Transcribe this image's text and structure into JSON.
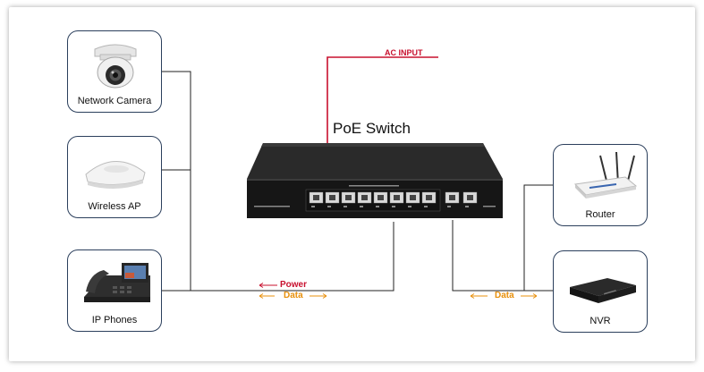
{
  "diagram": {
    "devices": [
      {
        "label": "Network Camera",
        "icon": "dome-camera-icon"
      },
      {
        "label": "Wireless AP",
        "icon": "access-point-icon"
      },
      {
        "label": "IP Phones",
        "icon": "ip-phone-icon"
      },
      {
        "label": "Router",
        "icon": "router-icon"
      },
      {
        "label": "NVR",
        "icon": "nvr-icon"
      }
    ],
    "switch_label": "PoE Switch",
    "switch_icon": "poe-switch-icon",
    "ac_input_label": "AC INPUT",
    "power_label": "Power",
    "data_label_left": "Data",
    "data_label_right": "Data",
    "colors": {
      "ac_line": "#c8102e",
      "power_label": "#c8102e",
      "data_label": "#e8900c",
      "card_border": "#2b3f5c",
      "wire": "#222222"
    }
  }
}
